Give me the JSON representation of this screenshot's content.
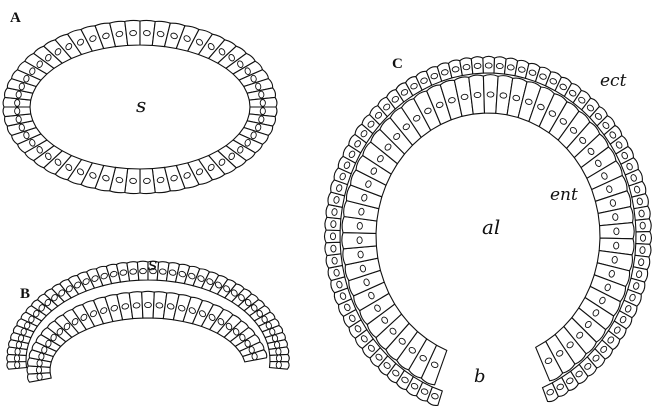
{
  "panels": {
    "a": {
      "letter": "A",
      "cavity": "s"
    },
    "b": {
      "letter": "B",
      "cavity": "s"
    },
    "c": {
      "letter": "C",
      "ectoderm": "ect",
      "endoderm": "ent",
      "cavity": "al",
      "blastopore": "b"
    }
  },
  "colors": {
    "ink": "#111111",
    "paper": "#ffffff"
  }
}
